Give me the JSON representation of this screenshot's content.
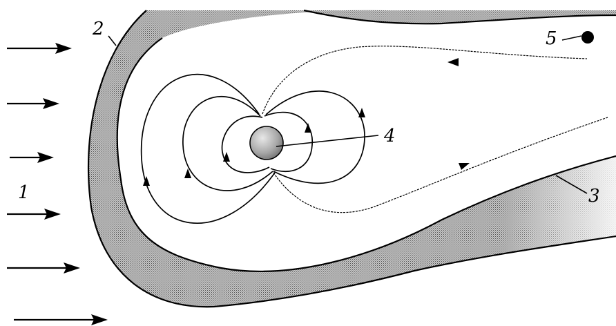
{
  "labels": {
    "solar_wind": "1",
    "bow_shock": "2",
    "magnetopause": "3",
    "planet": "4",
    "satellite": "5"
  },
  "colors": {
    "ink": "#000000",
    "background": "#ffffff",
    "sheath_gray": "#a0a0a0",
    "tail_gray": "#b4b4b4",
    "planet_gray": "#9a9a9a"
  },
  "icons": {
    "flow_arrow": "arrow-right",
    "satellite": "filled-circle",
    "planet": "shaded-sphere"
  }
}
